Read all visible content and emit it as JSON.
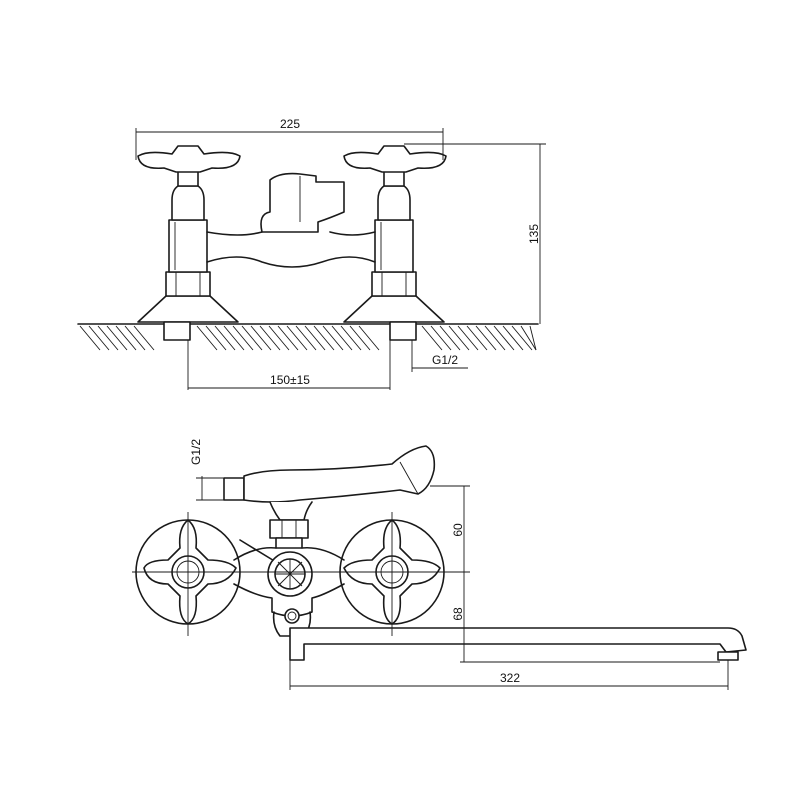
{
  "dimensions": {
    "overall_width": "225",
    "height": "135",
    "inlet_spacing": "150±15",
    "thread_front": "G1/2",
    "thread_top": "G1/2",
    "handle_offset": "60",
    "spout_offset": "68",
    "spout_length": "322"
  }
}
